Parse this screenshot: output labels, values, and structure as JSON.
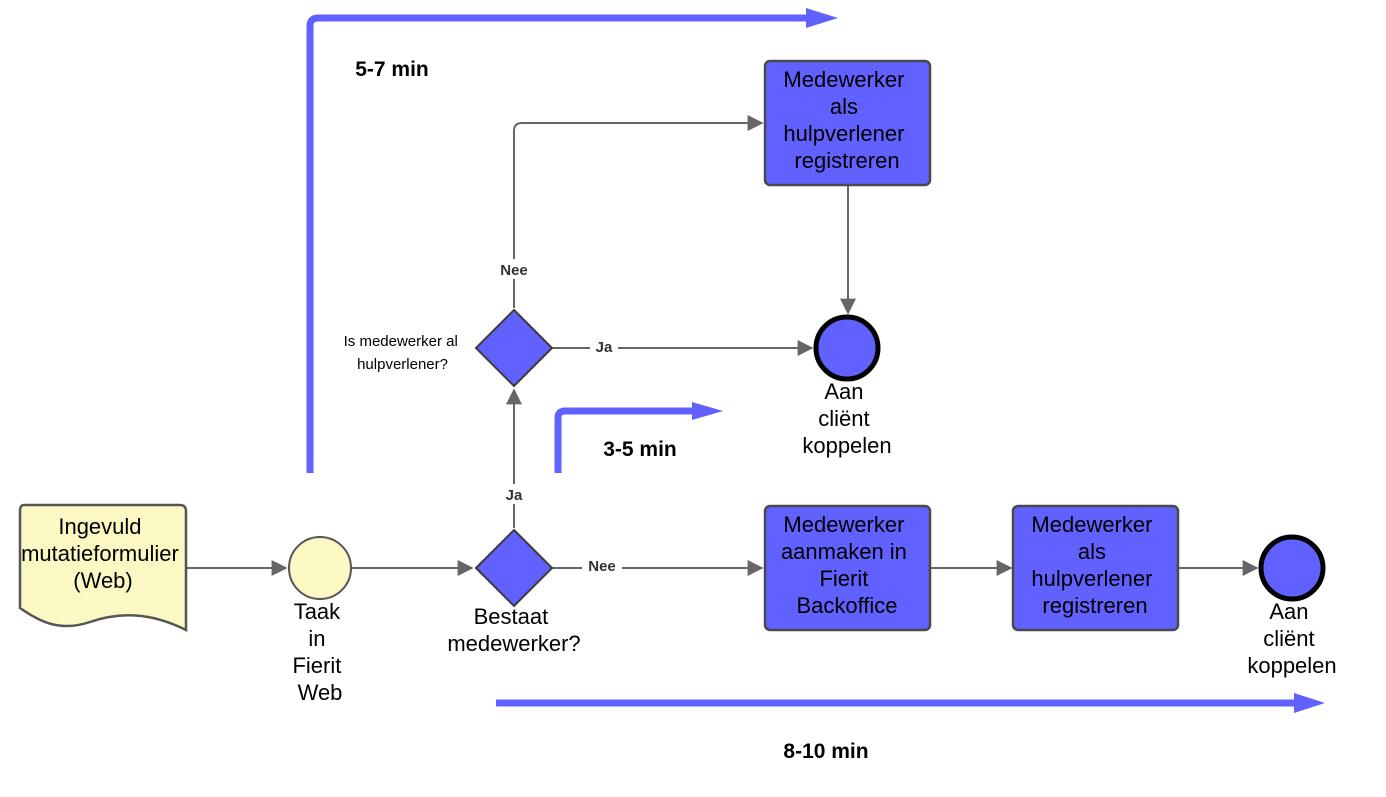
{
  "colors": {
    "process": "#6161ff",
    "process_border": "#4a4a4a",
    "document": "#fbf8c4",
    "start_event": "#fbf8c4",
    "connector": "#666666",
    "timeline": "#6161ff"
  },
  "nodes": {
    "form": {
      "lines": [
        "Ingevuld",
        "mutatieformulier",
        "(Web)"
      ]
    },
    "task": {
      "lines": [
        "Taak",
        "in",
        "Fierit",
        "Web"
      ]
    },
    "gateway_exists": {
      "lines": [
        "Bestaat",
        "medewerker?"
      ]
    },
    "gateway_hulp": {
      "lines": [
        "Is medewerker al",
        "hulpverlener?"
      ]
    },
    "register_top": {
      "lines": [
        "Medewerker",
        "als",
        "hulpverlener",
        "registreren"
      ]
    },
    "end_top": {
      "lines": [
        "Aan",
        "cliënt",
        "koppelen"
      ]
    },
    "create_backoffice": {
      "lines": [
        "Medewerker",
        "aanmaken in",
        "Fierit",
        "Backoffice"
      ]
    },
    "register_bottom": {
      "lines": [
        "Medewerker",
        "als",
        "hulpverlener",
        "registreren"
      ]
    },
    "end_bottom": {
      "lines": [
        "Aan",
        "cliënt",
        "koppelen"
      ]
    }
  },
  "edges": {
    "nee_top": "Nee",
    "ja_top": "Ja",
    "ja_mid": "Ja",
    "nee_bottom": "Nee"
  },
  "timelines": {
    "t1": "5-7 min",
    "t2": "3-5 min",
    "t3": "8-10 min"
  }
}
